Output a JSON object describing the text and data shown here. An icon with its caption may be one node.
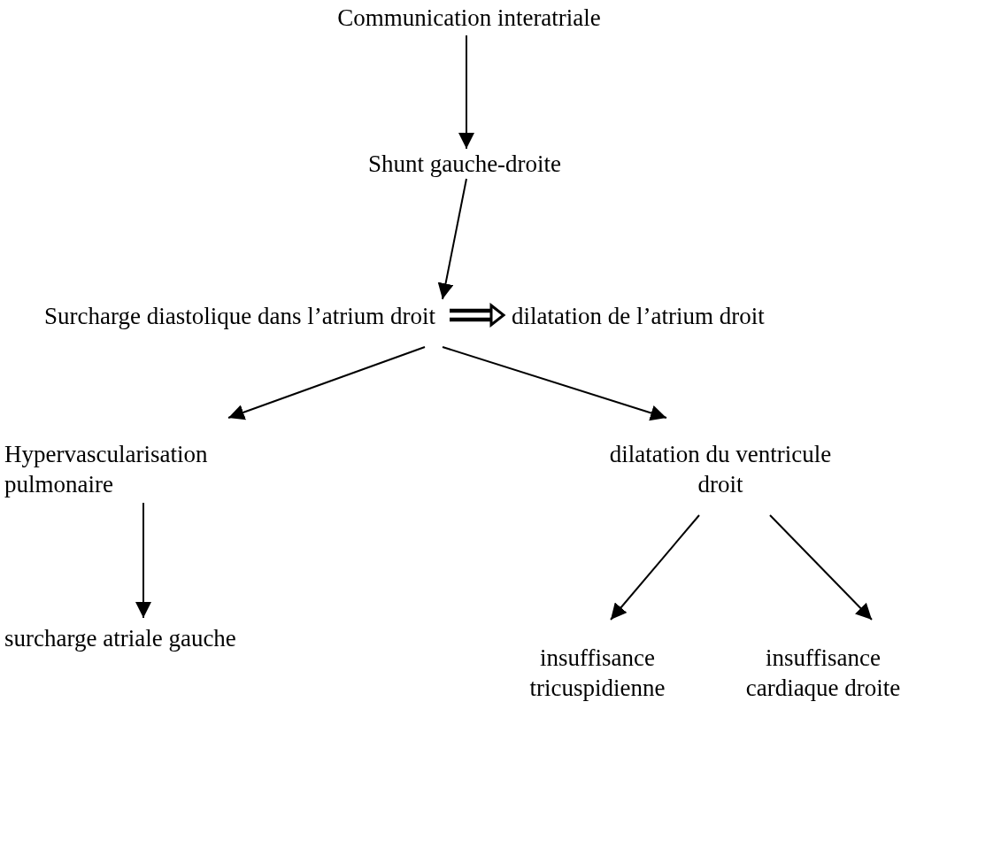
{
  "diagram": {
    "nodes": [
      {
        "text": [
          "Communication interatriale"
        ]
      },
      {
        "text": [
          "Shunt gauche-droite"
        ]
      },
      {
        "text": [
          "Surcharge diastolique dans l’atrium droit"
        ]
      },
      {
        "text": [
          "dilatation de l’atrium droit"
        ]
      },
      {
        "text": [
          "Hypervascularisation pulmonaire"
        ]
      },
      {
        "text": [
          "dilatation du ventricule droit"
        ]
      },
      {
        "text": [
          "surcharge atriale gauche"
        ]
      },
      {
        "text": [
          "insuffisance tricuspidienne"
        ]
      },
      {
        "text": [
          "insuffisance cardiaque droite"
        ]
      }
    ],
    "edges": [
      {
        "from": 0,
        "to": 1,
        "arrow": "to"
      },
      {
        "from": 1,
        "to": 2,
        "arrow": "to"
      },
      {
        "from": 2,
        "to": 3,
        "arrow": "to",
        "style": "thick"
      },
      {
        "from": 2,
        "to": 4,
        "arrow": "to"
      },
      {
        "from": 2,
        "to": 5,
        "arrow": "to"
      },
      {
        "from": 4,
        "to": 6,
        "arrow": "to"
      },
      {
        "from": 5,
        "to": 7,
        "arrow": "to"
      },
      {
        "from": 5,
        "to": 8,
        "arrow": "to"
      }
    ]
  }
}
